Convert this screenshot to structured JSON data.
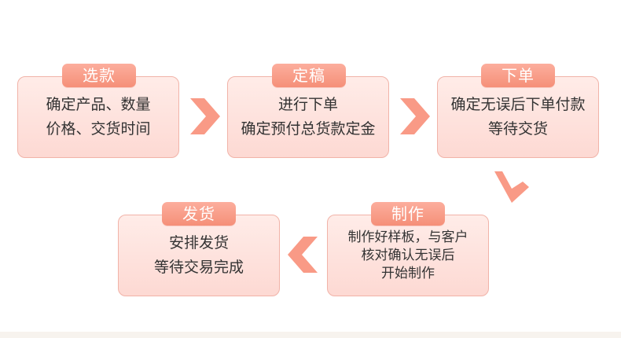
{
  "colors": {
    "box_border": "#f1b3a8",
    "box_fill_top": "#ffece8",
    "box_fill_bottom": "#fdd9d3",
    "tag_top": "#fcae9d",
    "tag_bottom": "#f58f78",
    "arrow": "#f99a86",
    "text": "#333333"
  },
  "steps": [
    {
      "title": "选款",
      "lines": [
        "确定产品、数量",
        "价格、交货时间"
      ]
    },
    {
      "title": "定稿",
      "lines": [
        "进行下单",
        "确定预付总货款定金"
      ]
    },
    {
      "title": "下单",
      "lines": [
        "确定无误后下单付款",
        "等待交货"
      ]
    },
    {
      "title": "制作",
      "lines": [
        "制作好样板，与客户",
        "核对确认无误后",
        "开始制作"
      ]
    },
    {
      "title": "发货",
      "lines": [
        "安排发货",
        "等待交易完成"
      ]
    }
  ],
  "arrows": [
    {
      "icon": "chevron-right-icon"
    },
    {
      "icon": "chevron-right-icon"
    },
    {
      "icon": "chevron-down-icon"
    },
    {
      "icon": "chevron-left-icon"
    }
  ]
}
